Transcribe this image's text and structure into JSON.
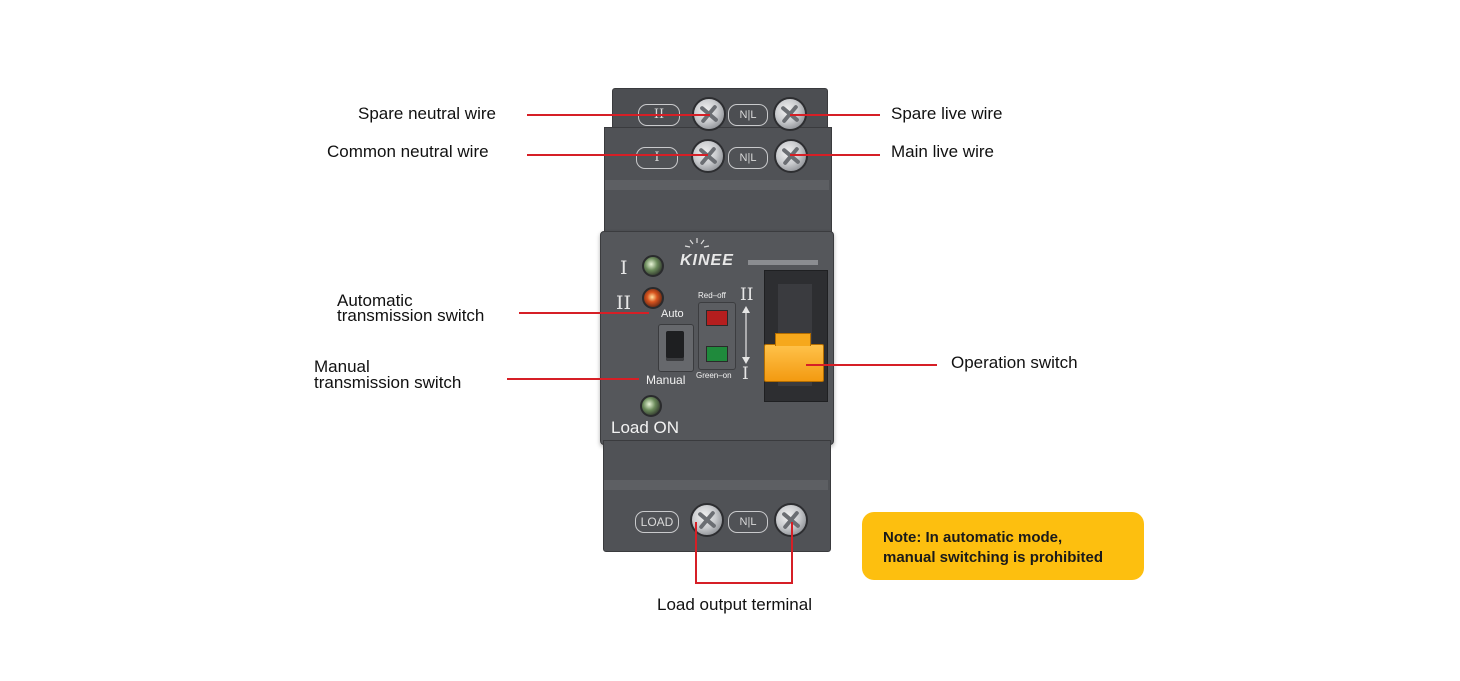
{
  "labels": {
    "spare_neutral": "Spare neutral wire",
    "common_neutral": "Common neutral wire",
    "auto_switch_1": "Automatic",
    "auto_switch_2": "transmission switch",
    "manual_switch_1": "Manual",
    "manual_switch_2": "transmission switch",
    "spare_live": "Spare live wire",
    "main_live": "Main live wire",
    "operation_switch": "Operation switch",
    "load_output": "Load output terminal"
  },
  "device": {
    "brand": "KINEE",
    "tag_II": "II",
    "tag_I": "I",
    "tag_nl": "N|L",
    "tag_load": "LOAD",
    "led_I": "I",
    "led_II": "II",
    "auto": "Auto",
    "manual": "Manual",
    "red_off": "Red–off",
    "green_on": "Green–on",
    "pos_II": "II",
    "pos_I": "I",
    "load_on": "Load ON"
  },
  "note": {
    "line1": "Note: In automatic mode,",
    "line2": "manual switching is prohibited"
  },
  "colors": {
    "callout_line": "#d61f26",
    "note_bg": "#fdbf0f",
    "device_body": "#4c4e52",
    "handle": "#f6a81c"
  }
}
